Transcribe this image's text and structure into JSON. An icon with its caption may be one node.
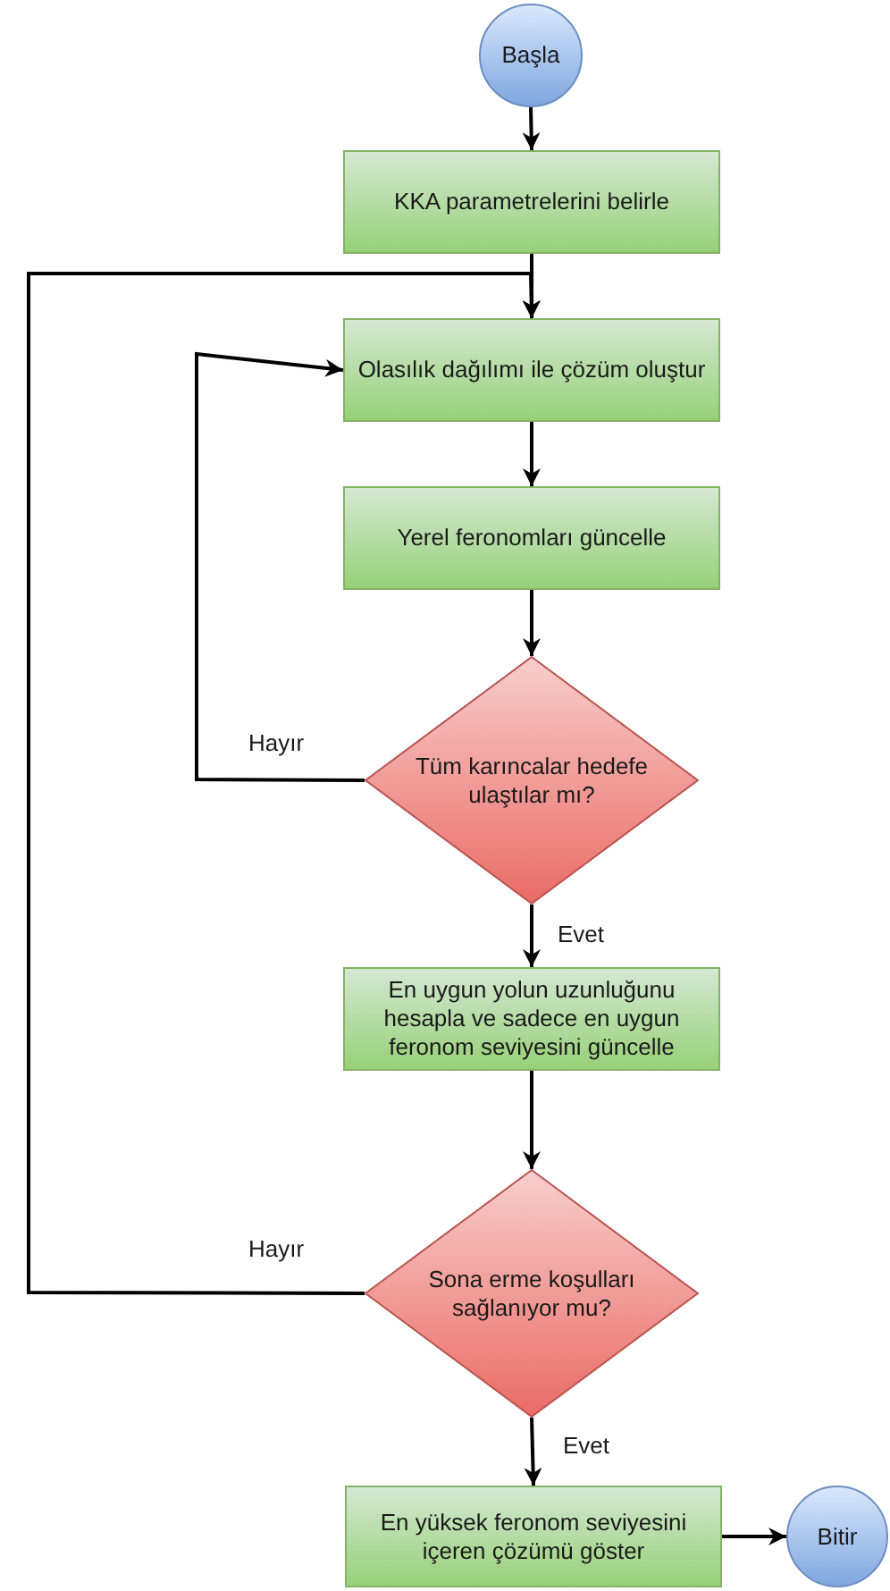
{
  "diagram": {
    "nodes": [
      {
        "text": [
          "Başla"
        ]
      },
      {
        "text": [
          "KKA parametrelerini belirle"
        ]
      },
      {
        "text": [
          "Olasılık dağılımı ile çözüm oluştur"
        ]
      },
      {
        "text": [
          "Yerel feronomları güncelle"
        ]
      },
      {
        "text": [
          "Tüm karıncalar hedefe ulaştılar mı?"
        ]
      },
      {
        "text": [
          "En uygun yolun uzunluğunu hesapla ve sadece en uygun feronom seviyesini güncelle"
        ]
      },
      {
        "text": [
          "Sona erme koşulları sağlanıyor mu?"
        ]
      },
      {
        "text": [
          "En yüksek feronom seviyesini içeren çözümü göster"
        ]
      },
      {
        "text": [
          "Bitir"
        ]
      }
    ],
    "edges": [
      {
        "from": 0,
        "to": 1,
        "arrow": "to"
      },
      {
        "from": 1,
        "to": 2,
        "arrow": "to"
      },
      {
        "from": 2,
        "to": 3,
        "arrow": "to"
      },
      {
        "from": 3,
        "to": 4,
        "arrow": "to"
      },
      {
        "from": 4,
        "to": 2,
        "arrow": "to",
        "label": "Hayır"
      },
      {
        "from": 4,
        "to": 5,
        "arrow": "to",
        "label": "Evet"
      },
      {
        "from": 5,
        "to": 6,
        "arrow": "to"
      },
      {
        "from": 6,
        "to": 2,
        "arrow": "to",
        "label": "Hayır"
      },
      {
        "from": 6,
        "to": 7,
        "arrow": "to",
        "label": "Evet"
      },
      {
        "from": 7,
        "to": 8,
        "arrow": "to"
      }
    ]
  }
}
